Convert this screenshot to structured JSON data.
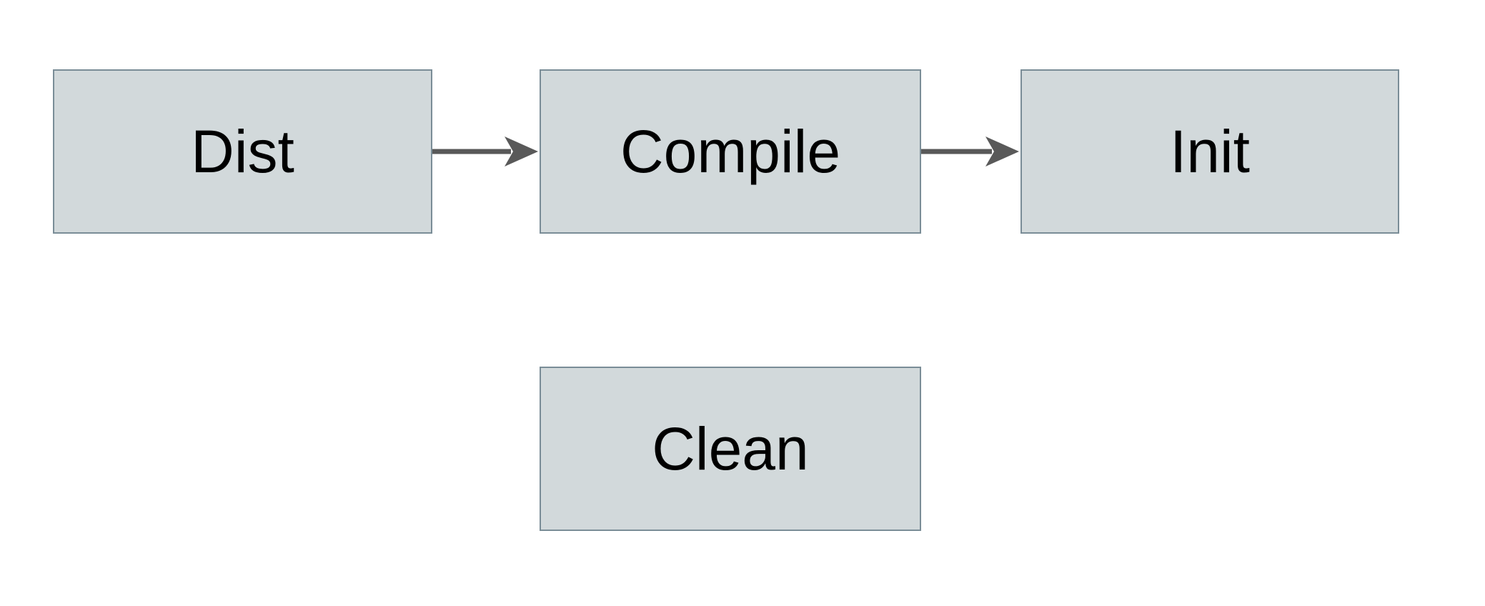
{
  "diagram": {
    "title": "build-targets-flowchart",
    "background_color": "#ffffff",
    "node_fill_color": "#d2d9db",
    "node_border_color": "#7a8d97",
    "arrow_color": "#595959",
    "text_color": "#000000",
    "nodes": [
      {
        "id": "dist",
        "label": "Dist"
      },
      {
        "id": "compile",
        "label": "Compile"
      },
      {
        "id": "init",
        "label": "Init"
      },
      {
        "id": "clean",
        "label": "Clean"
      }
    ],
    "edges": [
      {
        "from": "dist",
        "to": "compile",
        "direction": "right"
      },
      {
        "from": "compile",
        "to": "init",
        "direction": "right"
      }
    ]
  }
}
